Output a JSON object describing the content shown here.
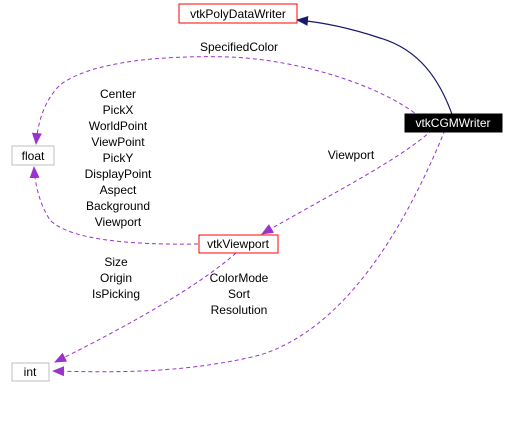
{
  "colors": {
    "inheritance_edge": "#191970",
    "usage_edge": "#9a32cd",
    "node_border_red": "#ff0000",
    "node_border_gray": "#bfbfbf",
    "focus_fill": "#000000",
    "focus_text": "#ffffff",
    "text": "#000000"
  },
  "nodes": {
    "poly_writer": "vtkPolyDataWriter",
    "cgm_writer": "vtkCGMWriter",
    "float": "float",
    "viewport": "vtkViewport",
    "int": "int"
  },
  "labels": {
    "specified_color": "SpecifiedColor",
    "viewport_member": "Viewport",
    "float_members": [
      "Center",
      "PickX",
      "WorldPoint",
      "ViewPoint",
      "PickY",
      "DisplayPoint",
      "Aspect",
      "Background",
      "Viewport"
    ],
    "viewport_int_members": [
      "Size",
      "Origin",
      "IsPicking"
    ],
    "cgm_int_members": [
      "ColorMode",
      "Sort",
      "Resolution"
    ]
  }
}
